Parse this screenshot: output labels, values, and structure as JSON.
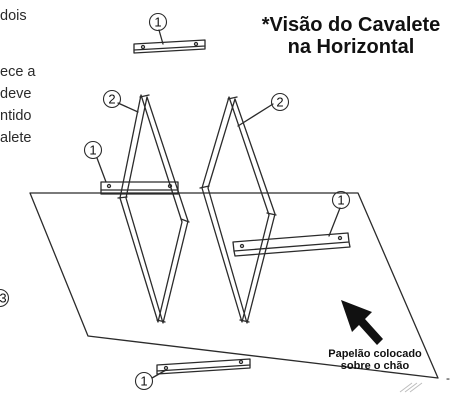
{
  "text_fragments": [
    "dois",
    "ece a",
    "deve",
    "ntido",
    "alete"
  ],
  "title_lines": [
    "*Visão do Cavalete",
    "na Horizontal"
  ],
  "callouts": {
    "top_rail": "1",
    "left_frame": "2",
    "right_frame": "2",
    "left_rail": "1",
    "right_rail": "1",
    "bottom_rail": "1",
    "edge_marker": "3"
  },
  "caption_lines": [
    "Papelão colocado",
    "sobre o chão"
  ],
  "corner_mark": "-",
  "colors": {
    "line": "#2b2b2b",
    "text": "#111111"
  }
}
